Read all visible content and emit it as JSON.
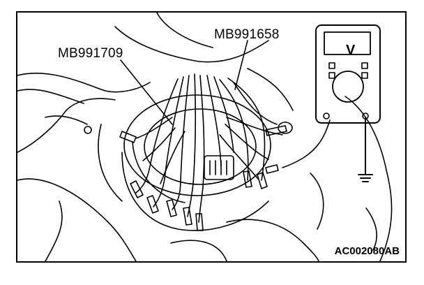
{
  "diagram": {
    "labels": {
      "tool_a": "MB991709",
      "tool_b": "MB991658"
    },
    "meter_symbol": "V",
    "figure_id": "AC002080AB"
  },
  "colors": {
    "ink": "#000000",
    "paper": "#ffffff"
  }
}
